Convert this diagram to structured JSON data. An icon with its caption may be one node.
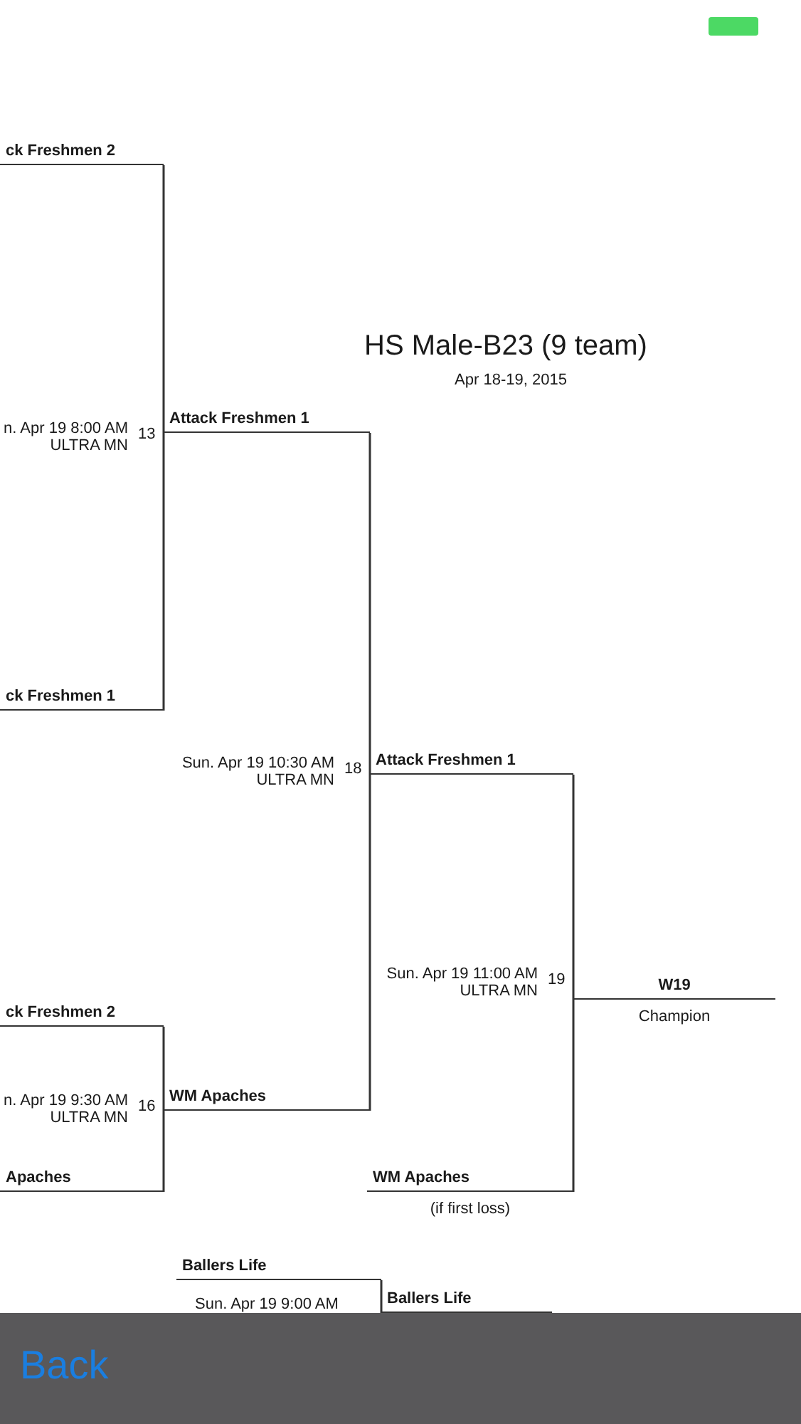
{
  "diagram": {
    "title": "HS Male-B23 (9 team)",
    "nodes": [
      {
        "text": [
          "ck Freshmen 2"
        ]
      },
      {
        "text": [
          "Attack Freshmen 1"
        ]
      },
      {
        "text": [
          "ck Freshmen 1"
        ]
      },
      {
        "text": [
          "Attack Freshmen 1"
        ]
      },
      {
        "text": [
          "ck Freshmen 2"
        ]
      },
      {
        "text": [
          "W19"
        ],
        "beside": [
          "Champion"
        ]
      },
      {
        "text": [
          "WM Apaches"
        ]
      },
      {
        "text": [
          "Apaches"
        ]
      },
      {
        "text": [
          "WM Apaches"
        ],
        "beside": [
          "(if first loss)"
        ]
      },
      {
        "text": [
          "Ballers Life"
        ]
      },
      {
        "text": [
          "Ballers Life"
        ]
      }
    ],
    "edges": [
      {
        "from": 0,
        "to": 1,
        "arrow": "none"
      },
      {
        "from": 2,
        "to": 1,
        "arrow": "none"
      },
      {
        "from": 1,
        "to": 3,
        "arrow": "none"
      },
      {
        "from": 4,
        "to": 6,
        "arrow": "none"
      },
      {
        "from": 7,
        "to": 6,
        "arrow": "none"
      },
      {
        "from": 6,
        "to": 3,
        "arrow": "none"
      },
      {
        "from": 3,
        "to": 5,
        "arrow": "none"
      },
      {
        "from": 8,
        "to": 5,
        "arrow": "none"
      },
      {
        "from": 9,
        "to": 10,
        "arrow": "none"
      }
    ],
    "labels": [
      "Apr 18-19, 2015",
      "n. Apr 19 8:00 AM",
      "13",
      "ULTRA MN",
      "Sun. Apr 19 10:30 AM",
      "18",
      "ULTRA MN",
      "Sun. Apr 19 11:00 AM",
      "19",
      "ULTRA MN",
      "n. Apr 19 9:30 AM",
      "16",
      "ULTRA MN",
      "Sun. Apr 19 9:00 AM",
      "Back"
    ]
  }
}
